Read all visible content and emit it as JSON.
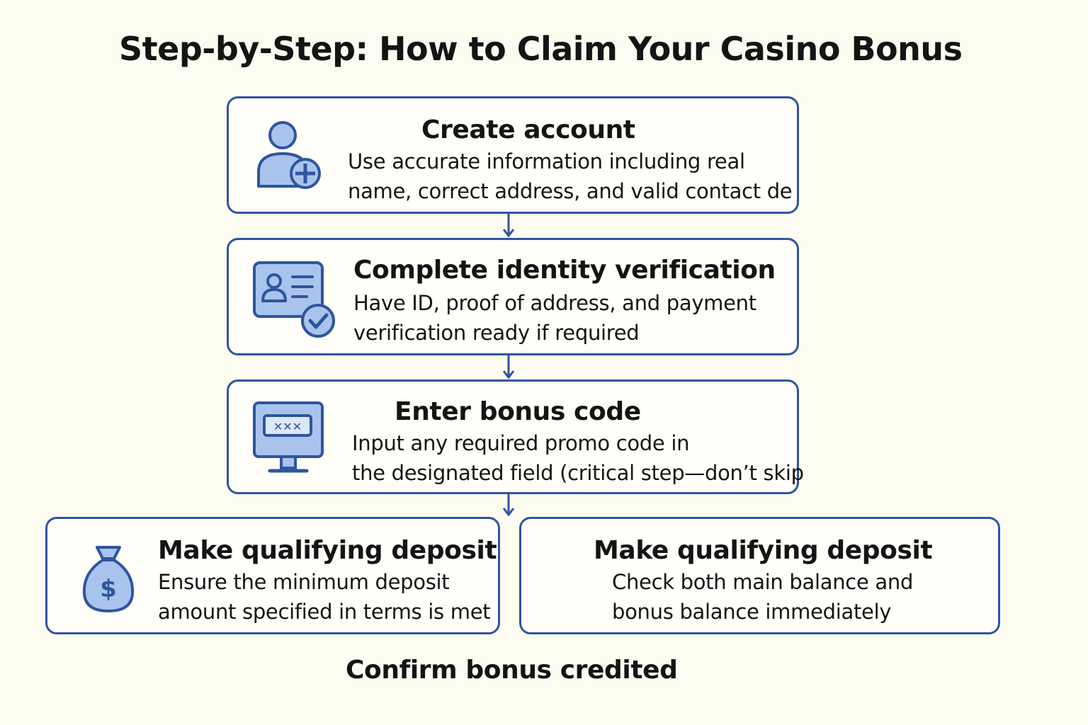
{
  "title": "Step-by-Step: How to Claim Your Casino Bonus",
  "colors": {
    "accent": "#2f55a0",
    "icon_fill": "#a9c4ec",
    "background": "#fdfcf1"
  },
  "steps": [
    {
      "icon": "user-plus-icon",
      "heading": "Create account",
      "lines": [
        "Use accurate information including real",
        "name, correct address, and valid contact de"
      ]
    },
    {
      "icon": "id-card-check-icon",
      "heading": "Complete identity verification",
      "lines": [
        "Have ID, proof of address, and payment",
        "verification ready if required"
      ]
    },
    {
      "icon": "monitor-code-icon",
      "heading": "Enter bonus code",
      "lines": [
        "Input any required promo code in",
        "the designated field (critical step—don’t skip"
      ]
    },
    {
      "icon": "money-bag-icon",
      "heading": "Make qualifying deposit",
      "lines": [
        "Ensure the minimum deposit",
        "amount specified in terms is met"
      ]
    },
    {
      "heading": "Make qualifying deposit",
      "lines": [
        "Check both main balance and",
        "bonus balance immediately"
      ]
    }
  ],
  "footer": "Confirm bonus credited",
  "money_bag_symbol": "$"
}
